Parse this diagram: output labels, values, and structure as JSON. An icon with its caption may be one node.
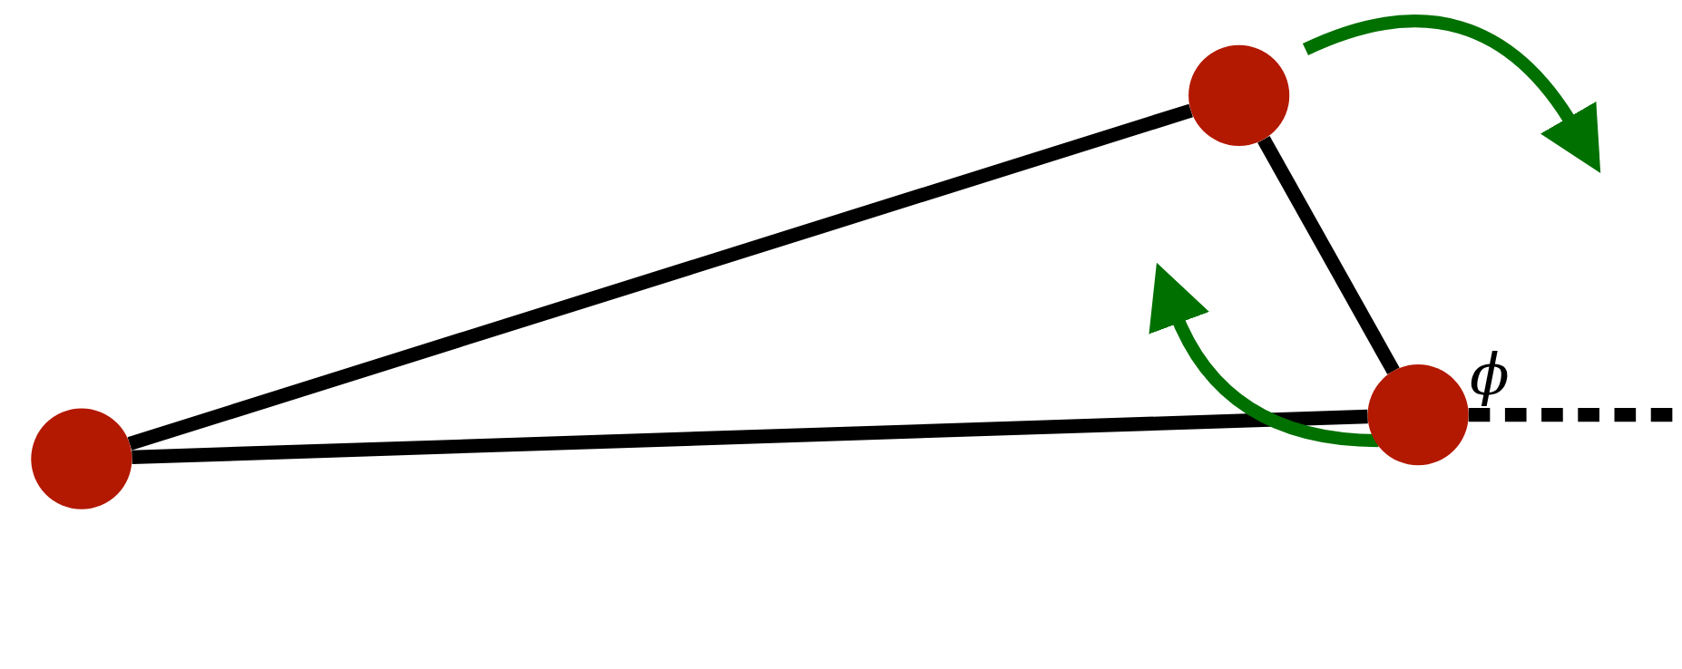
{
  "diagram": {
    "nodes": [
      {
        "text": [],
        "shape": "circle"
      },
      {
        "text": [],
        "shape": "circle"
      },
      {
        "text": [],
        "shape": "circle"
      }
    ],
    "edges": [
      {
        "from": 2,
        "to": 0,
        "arrow": "none"
      },
      {
        "from": 0,
        "to": 1,
        "arrow": "none"
      },
      {
        "from": 2,
        "to": 1,
        "arrow": "none"
      },
      {
        "from": 1,
        "to": null,
        "arrow": "none",
        "style": "dashed"
      }
    ],
    "labels": [
      "ϕ"
    ]
  }
}
